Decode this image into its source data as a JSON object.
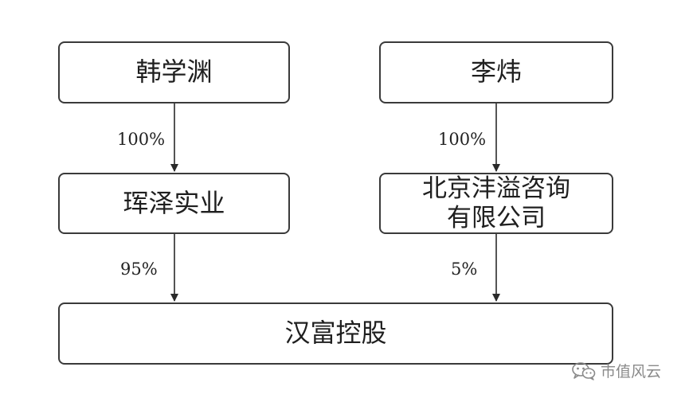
{
  "nodes": {
    "han_xueyuan": "韩学渊",
    "li_wei": "李炜",
    "huize_industrial": "珲泽实业",
    "beijing_fengyi_line1": "北京沣溢咨询",
    "beijing_fengyi_line2": "有限公司",
    "hanfu_holdings": "汉富控股"
  },
  "edges": {
    "han_to_huize": "100%",
    "li_to_beijing": "100%",
    "huize_to_hanfu": "95%",
    "beijing_to_hanfu": "5%"
  },
  "watermark": {
    "icon": "wechat-icon",
    "text": "市值风云"
  }
}
